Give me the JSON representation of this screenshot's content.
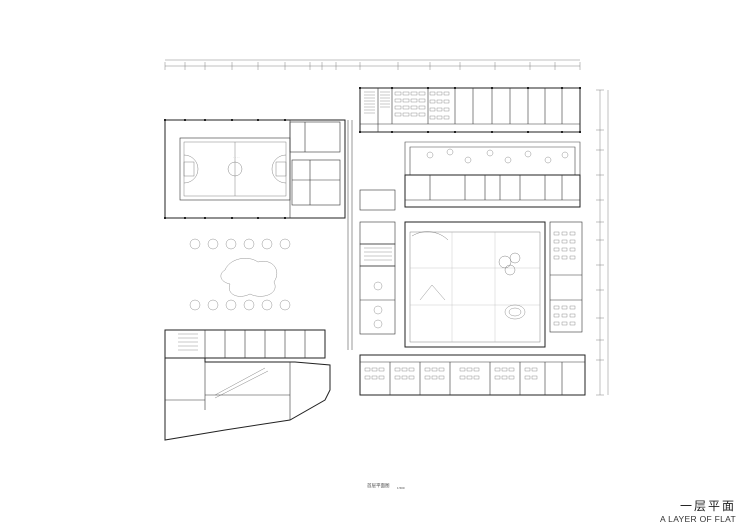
{
  "sheet": {
    "title_cn": "一层平面",
    "title_en": "A LAYER OF FLAT",
    "plan_label": "首层平面图",
    "plan_scale": "1:500"
  },
  "colors": {
    "line": "#333333",
    "wall": "#222222",
    "thin": "#777777",
    "background": "#ffffff"
  }
}
